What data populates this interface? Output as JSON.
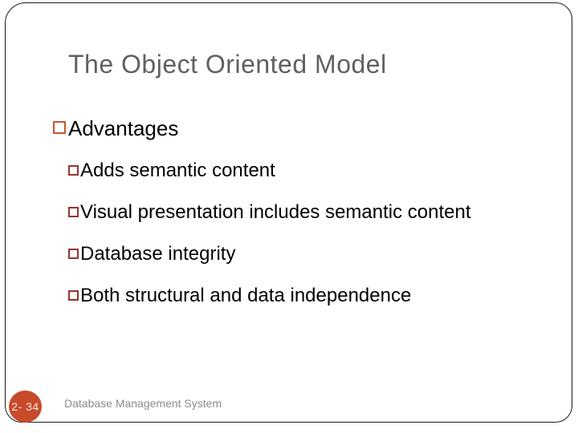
{
  "slide": {
    "title": "The Object Oriented Model",
    "bullets": {
      "level1": "Advantages",
      "level2": [
        "Adds semantic content",
        "Visual presentation includes semantic content",
        "Database integrity",
        "Both structural and data independence"
      ]
    },
    "footer": {
      "page_number": "2- 34",
      "text": "Database Management System"
    },
    "colors": {
      "title_text": "#606060",
      "body_text": "#000000",
      "bullet_level1_border": "#c4572e",
      "bullet_level2_border": "#943634",
      "page_badge_background": "#c74a2b",
      "page_badge_text": "#f1e9e4",
      "footer_text": "#8c8c8c",
      "frame_border": "#1c1c1c",
      "background": "#ffffff"
    }
  }
}
